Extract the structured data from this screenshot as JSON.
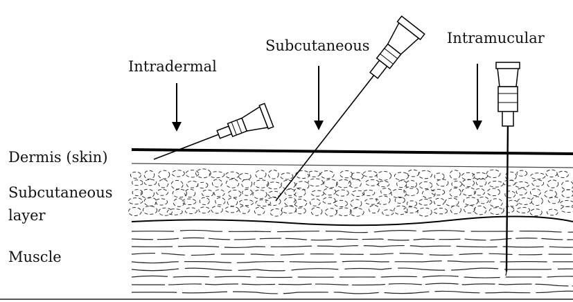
{
  "labels": {
    "injections": {
      "intradermal": "Intradermal",
      "subcutaneous": "Subcutaneous",
      "intramuscular": "Intramucular"
    },
    "layers": {
      "dermis": "Dermis (skin)",
      "subcutaneous_line1": "Subcutaneous",
      "subcutaneous_line2": "layer",
      "muscle": "Muscle"
    }
  }
}
